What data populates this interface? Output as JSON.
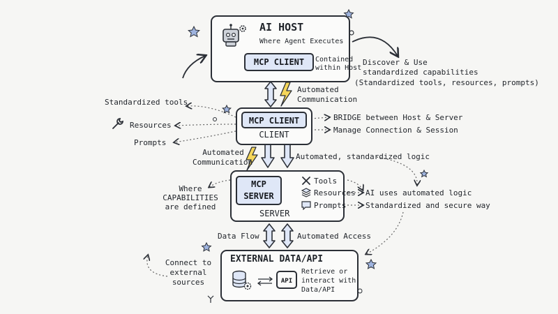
{
  "host": {
    "title": "AI HOST",
    "subtitle": "Where Agent Executes",
    "client_label": "MCP CLIENT",
    "contained_note": [
      "Contained",
      "within Host"
    ],
    "side_note": [
      "Discover & Use",
      "standardized capabilities",
      "(Standardized tools, resources, prompts)"
    ]
  },
  "comm_top": [
    "Automated",
    "Communication"
  ],
  "client": {
    "inner_label": "MCP CLIENT",
    "box_label": "CLIENT",
    "left_items": [
      "Standardized tools",
      "Resources",
      "Prompts"
    ],
    "right_items": [
      "BRIDGE between Host & Server",
      "Manage Connection & Session"
    ]
  },
  "comm_mid": [
    "Automated",
    "Communication"
  ],
  "mid_logic": "Automated, standardized logic",
  "server": {
    "inner_label": [
      "MCP",
      "SERVER"
    ],
    "box_label": "SERVER",
    "capabilities": [
      "Tools",
      "Resources",
      "Prompts"
    ],
    "left_note": [
      "Where",
      "CAPABILITIES",
      "are defined"
    ],
    "right_notes": [
      "AI uses automated logic",
      "Standardized and secure way"
    ]
  },
  "flow": {
    "data_flow": "Data Flow",
    "automated_access": "Automated Access"
  },
  "external": {
    "title": "EXTERNAL DATA/API",
    "api_label": "API",
    "retrieve_note": [
      "Retrieve or",
      "interact with",
      "Data/API"
    ],
    "left_note": [
      "Connect to",
      "external",
      "sources"
    ]
  },
  "colors": {
    "stroke": "#2b2f36",
    "accent_fill": "#dfe7f7",
    "bolt": "#f5d65a",
    "star": "#9fb4df"
  }
}
